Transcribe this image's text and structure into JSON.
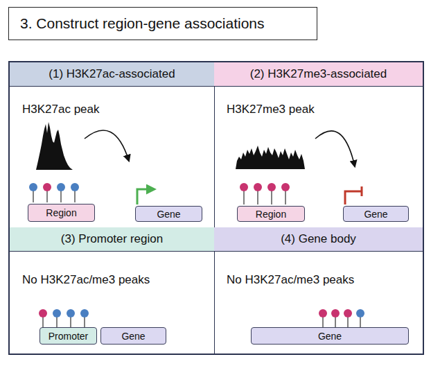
{
  "diagram": {
    "title": "3. Construct region-gene associations",
    "nodes": [
      {
        "text": [
          "(1) H3K27ac-associated",
          "H3K27ac peak"
        ]
      },
      {
        "text": [
          "Region"
        ],
        "in": 0
      },
      {
        "text": [
          "Gene"
        ],
        "in": 0
      },
      {
        "text": [
          "(2) H3K27me3-associated",
          "H3K27me3 peak"
        ]
      },
      {
        "text": [
          "Region"
        ],
        "in": 3
      },
      {
        "text": [
          "Gene"
        ],
        "in": 3
      },
      {
        "text": [
          "(3) Promoter region",
          "No H3K27ac/me3 peaks"
        ]
      },
      {
        "text": [
          "Promoter"
        ],
        "in": 6
      },
      {
        "text": [
          "Gene"
        ],
        "in": 6
      },
      {
        "text": [
          "(4) Gene body",
          "No H3K27ac/me3 peaks"
        ]
      },
      {
        "text": [
          "Gene"
        ],
        "in": 9
      }
    ]
  }
}
